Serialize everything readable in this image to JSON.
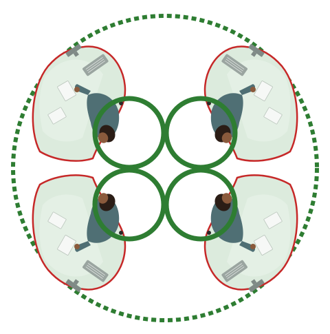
{
  "diagram": {
    "colors": {
      "background": "#ffffff",
      "boundary": "#2e7d32",
      "hub_ring": "#2e7d32",
      "petal_stroke": "#c62828",
      "petal_fill": "#dcebdd",
      "desk": "#e4f0e5",
      "desk_edge": "#c9dcc9",
      "keyboard": "#9aa5a0",
      "monitor": "#7f8a86",
      "paper": "#f6f8f6",
      "person_jacket": "#4f6f74",
      "person_shirt": "#e8eef0",
      "person_skin": "#8a5a3c",
      "person_hair": "#2b1d16",
      "chair": "#2a2a2a"
    },
    "icons": [
      "office-worker-desk-icon"
    ],
    "quadrants": [
      "top-left",
      "top-right",
      "bottom-left",
      "bottom-right"
    ]
  }
}
